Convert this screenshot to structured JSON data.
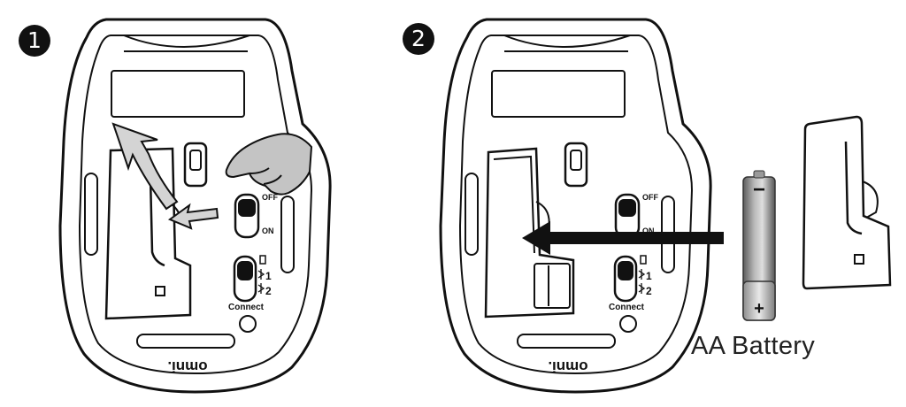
{
  "steps": [
    {
      "number": "1"
    },
    {
      "number": "2"
    }
  ],
  "switch_labels": {
    "off": "OFF",
    "on": "ON",
    "channel_1": "1",
    "channel_2": "2",
    "connect": "Connect"
  },
  "brand_logo": "omni.",
  "battery": {
    "minus": "−",
    "plus": "+",
    "caption": "AA Battery"
  },
  "icons": [
    "step-number-badge",
    "pointing-hand-icon",
    "curved-arrow-icon",
    "insert-arrow-icon",
    "bluetooth-icon",
    "usb-receiver-icon",
    "aa-battery-icon"
  ],
  "colors": {
    "line": "#111111",
    "background": "#ffffff",
    "hand_fill": "#c4c4c4",
    "battery_body": "#8a8a8a"
  }
}
